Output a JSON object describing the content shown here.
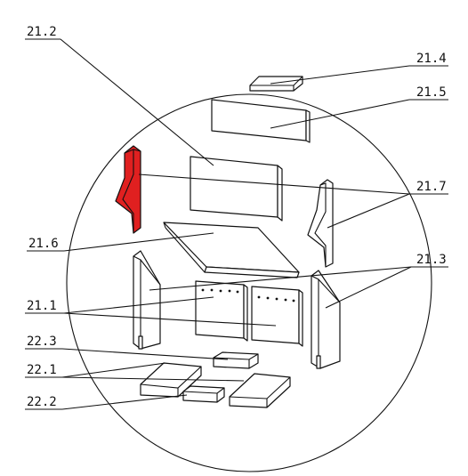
{
  "diagram": {
    "highlight_color": "#e02020",
    "labels": {
      "l_21_2": "21.2",
      "l_21_4": "21.4",
      "l_21_5": "21.5",
      "l_21_7": "21.7",
      "l_21_6": "21.6",
      "l_21_3": "21.3",
      "l_21_1": "21.1",
      "l_22_3": "22.3",
      "l_22_1": "22.1",
      "l_22_2": "22.2"
    }
  }
}
